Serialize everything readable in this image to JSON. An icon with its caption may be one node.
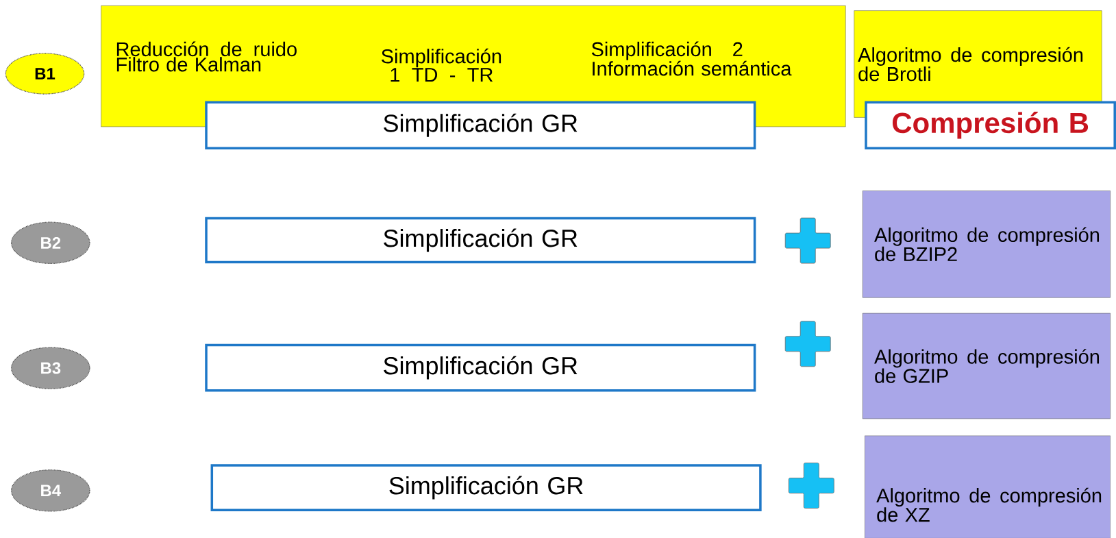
{
  "diagram": {
    "nodes": [
      {
        "text": [
          "B1"
        ]
      },
      {
        "text": [
          "Reducción de ruido Filtro de Kalman",
          "Simplificación 1 TD - TR",
          "Simplificación 2 Información semántica"
        ]
      },
      {
        "text": [
          "Simplificación GR"
        ]
      },
      {
        "text": [
          "Algoritmo de compresión de Brotli"
        ]
      },
      {
        "text": [
          "Compresión B"
        ]
      },
      {
        "text": [
          "B2"
        ]
      },
      {
        "text": [
          "Simplificación GR"
        ]
      },
      {
        "text": [
          "Algoritmo de compresión de BZIP2"
        ]
      },
      {
        "text": [
          "B3"
        ]
      },
      {
        "text": [
          "Simplificación GR"
        ]
      },
      {
        "text": [
          "Algoritmo de compresión de GZIP"
        ]
      },
      {
        "text": [
          "B4"
        ]
      },
      {
        "text": [
          "Simplificación GR"
        ]
      },
      {
        "text": [
          "Algoritmo de compresión de XZ"
        ]
      }
    ]
  }
}
